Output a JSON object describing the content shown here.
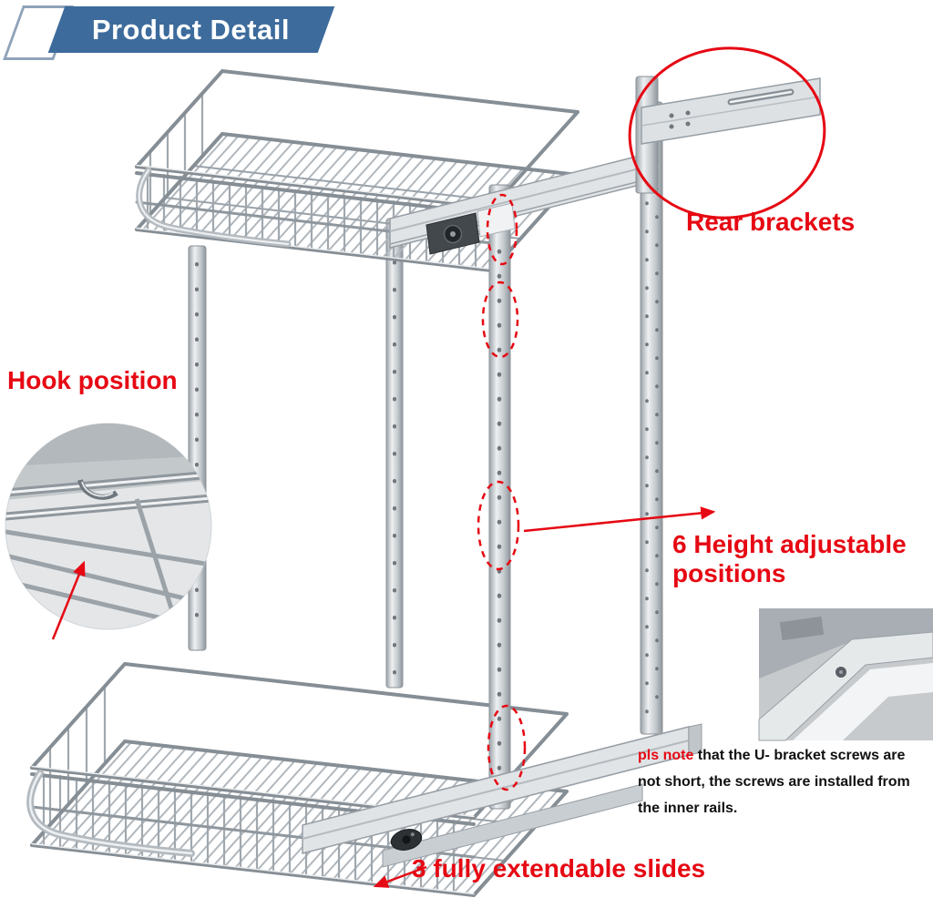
{
  "banner": {
    "title": "Product Detail"
  },
  "labels": {
    "rear_brackets": "Rear brackets",
    "hook_position": "Hook position",
    "height_positions": "6 Height adjustable positions",
    "slides": "3 fully extendable slides"
  },
  "note": {
    "lead": "pls note ",
    "body": "that the U- bracket screws are not short,  the screws are installed from the inner rails."
  },
  "colors": {
    "annotation_red": "#e60813",
    "banner_blue": "#3d6b9c",
    "chrome_gray": "#a6adb3"
  }
}
